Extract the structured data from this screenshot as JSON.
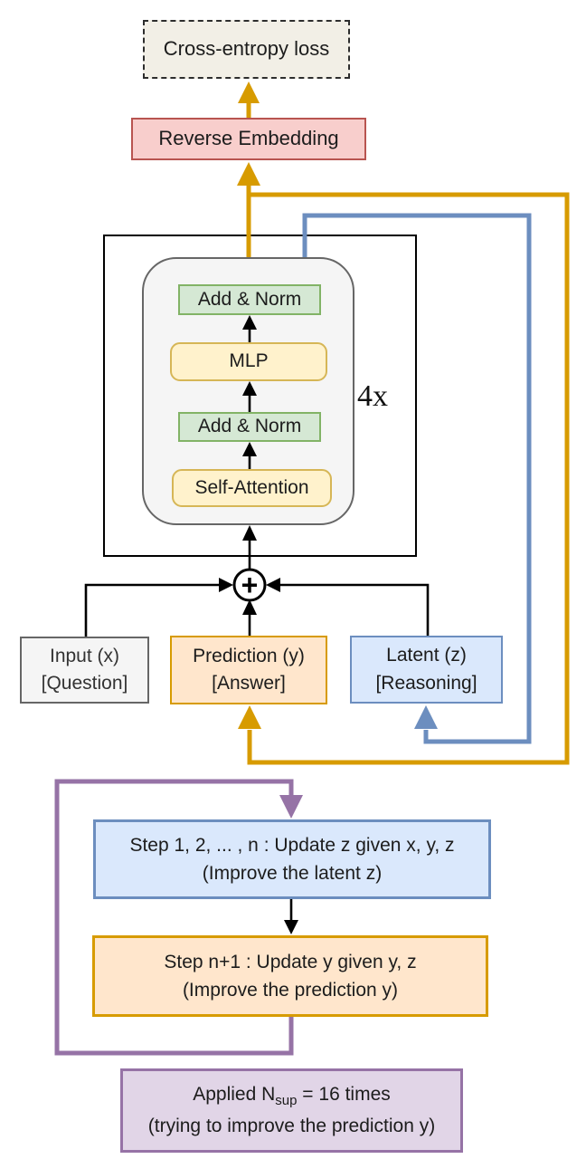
{
  "colors": {
    "gold": "#d79b00",
    "blue": "#6c8ebf",
    "purple": "#9673a6",
    "green_fill": "#d5e8d4",
    "green_border": "#82b366",
    "yellow_fill": "#fff2cc",
    "yellow_border": "#d6b656",
    "orange_fill": "#ffe6cc",
    "pink_fill": "#f8cecc",
    "pink_border": "#b85450",
    "blue_fill": "#dae8fc",
    "purple_fill": "#e1d5e7",
    "gray_fill": "#f5f5f5",
    "gray_border": "#666666",
    "beige_fill": "#f2efe6"
  },
  "boxes": {
    "loss": "Cross-entropy loss",
    "reverse_embedding": "Reverse Embedding",
    "transformer": {
      "addnorm_top": "Add & Norm",
      "mlp": "MLP",
      "addnorm_bottom": "Add & Norm",
      "self_attention": "Self-Attention",
      "repeat": "4x"
    },
    "input": {
      "line1": "Input (x)",
      "line2": "[Question]"
    },
    "prediction": {
      "line1": "Prediction (y)",
      "line2": "[Answer]"
    },
    "latent": {
      "line1": "Latent (z)",
      "line2": "[Reasoning]"
    },
    "step_z": {
      "line1": "Step 1, 2, ... , n : Update z given x, y, z",
      "line2": "(Improve the latent z)"
    },
    "step_y": {
      "line1": "Step n+1 : Update y given y, z",
      "line2": "(Improve the prediction y)"
    },
    "applied": {
      "prefix": "Applied N",
      "sub": "sup",
      "suffix": " = 16 times",
      "line2": "(trying to improve the prediction y)"
    }
  },
  "symbols": {
    "plus": "+"
  }
}
